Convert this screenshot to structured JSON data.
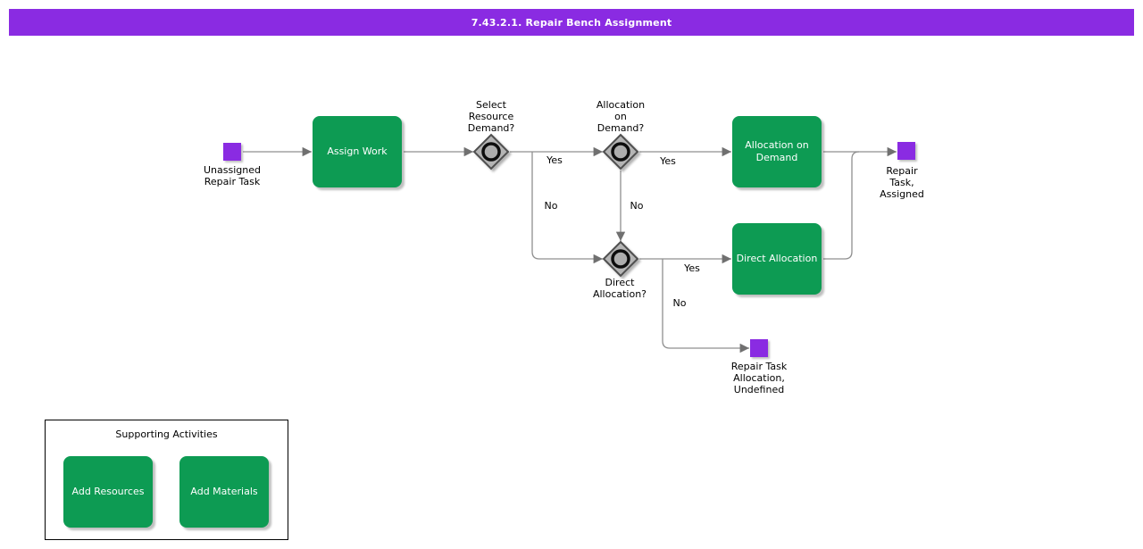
{
  "title": "7.43.2.1. Repair Bench Assignment",
  "nodes": {
    "unassigned_repair_task": "Unassigned\nRepair Task",
    "assign_work": "Assign Work",
    "select_resource_demand_q": "Select\nResource\nDemand?",
    "allocation_on_demand_q": "Allocation\non\nDemand?",
    "allocation_on_demand": "Allocation on\nDemand",
    "direct_allocation_q": "Direct\nAllocation?",
    "direct_allocation": "Direct Allocation",
    "repair_task_assigned": "Repair\nTask,\nAssigned",
    "repair_task_allocation_undefined": "Repair Task\nAllocation,\nUndefined"
  },
  "edge_labels": {
    "select_yes": "Yes",
    "select_no": "No",
    "allocation_yes": "Yes",
    "allocation_no": "No",
    "direct_yes": "Yes",
    "direct_no": "No"
  },
  "supporting": {
    "title": "Supporting Activities",
    "add_resources": "Add Resources",
    "add_materials": "Add Materials"
  },
  "colors": {
    "accent_purple": "#8a2be2",
    "activity_green": "#0d9b53",
    "gateway_gray": "#b5b5b5",
    "connector_gray": "#8f8f8f"
  }
}
